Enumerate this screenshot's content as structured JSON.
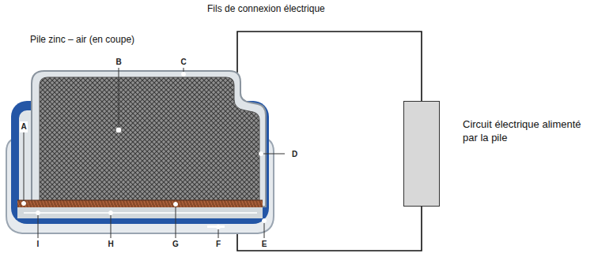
{
  "diagram": {
    "nodes": [
      {
        "text": [
          "Circuit électrique alimenté par la pile"
        ]
      }
    ],
    "labels": [
      "Fils de connexion électrique",
      "Pile zinc – air (en coupe)",
      "A",
      "B",
      "C",
      "D",
      "E",
      "F",
      "G",
      "H",
      "I"
    ]
  }
}
